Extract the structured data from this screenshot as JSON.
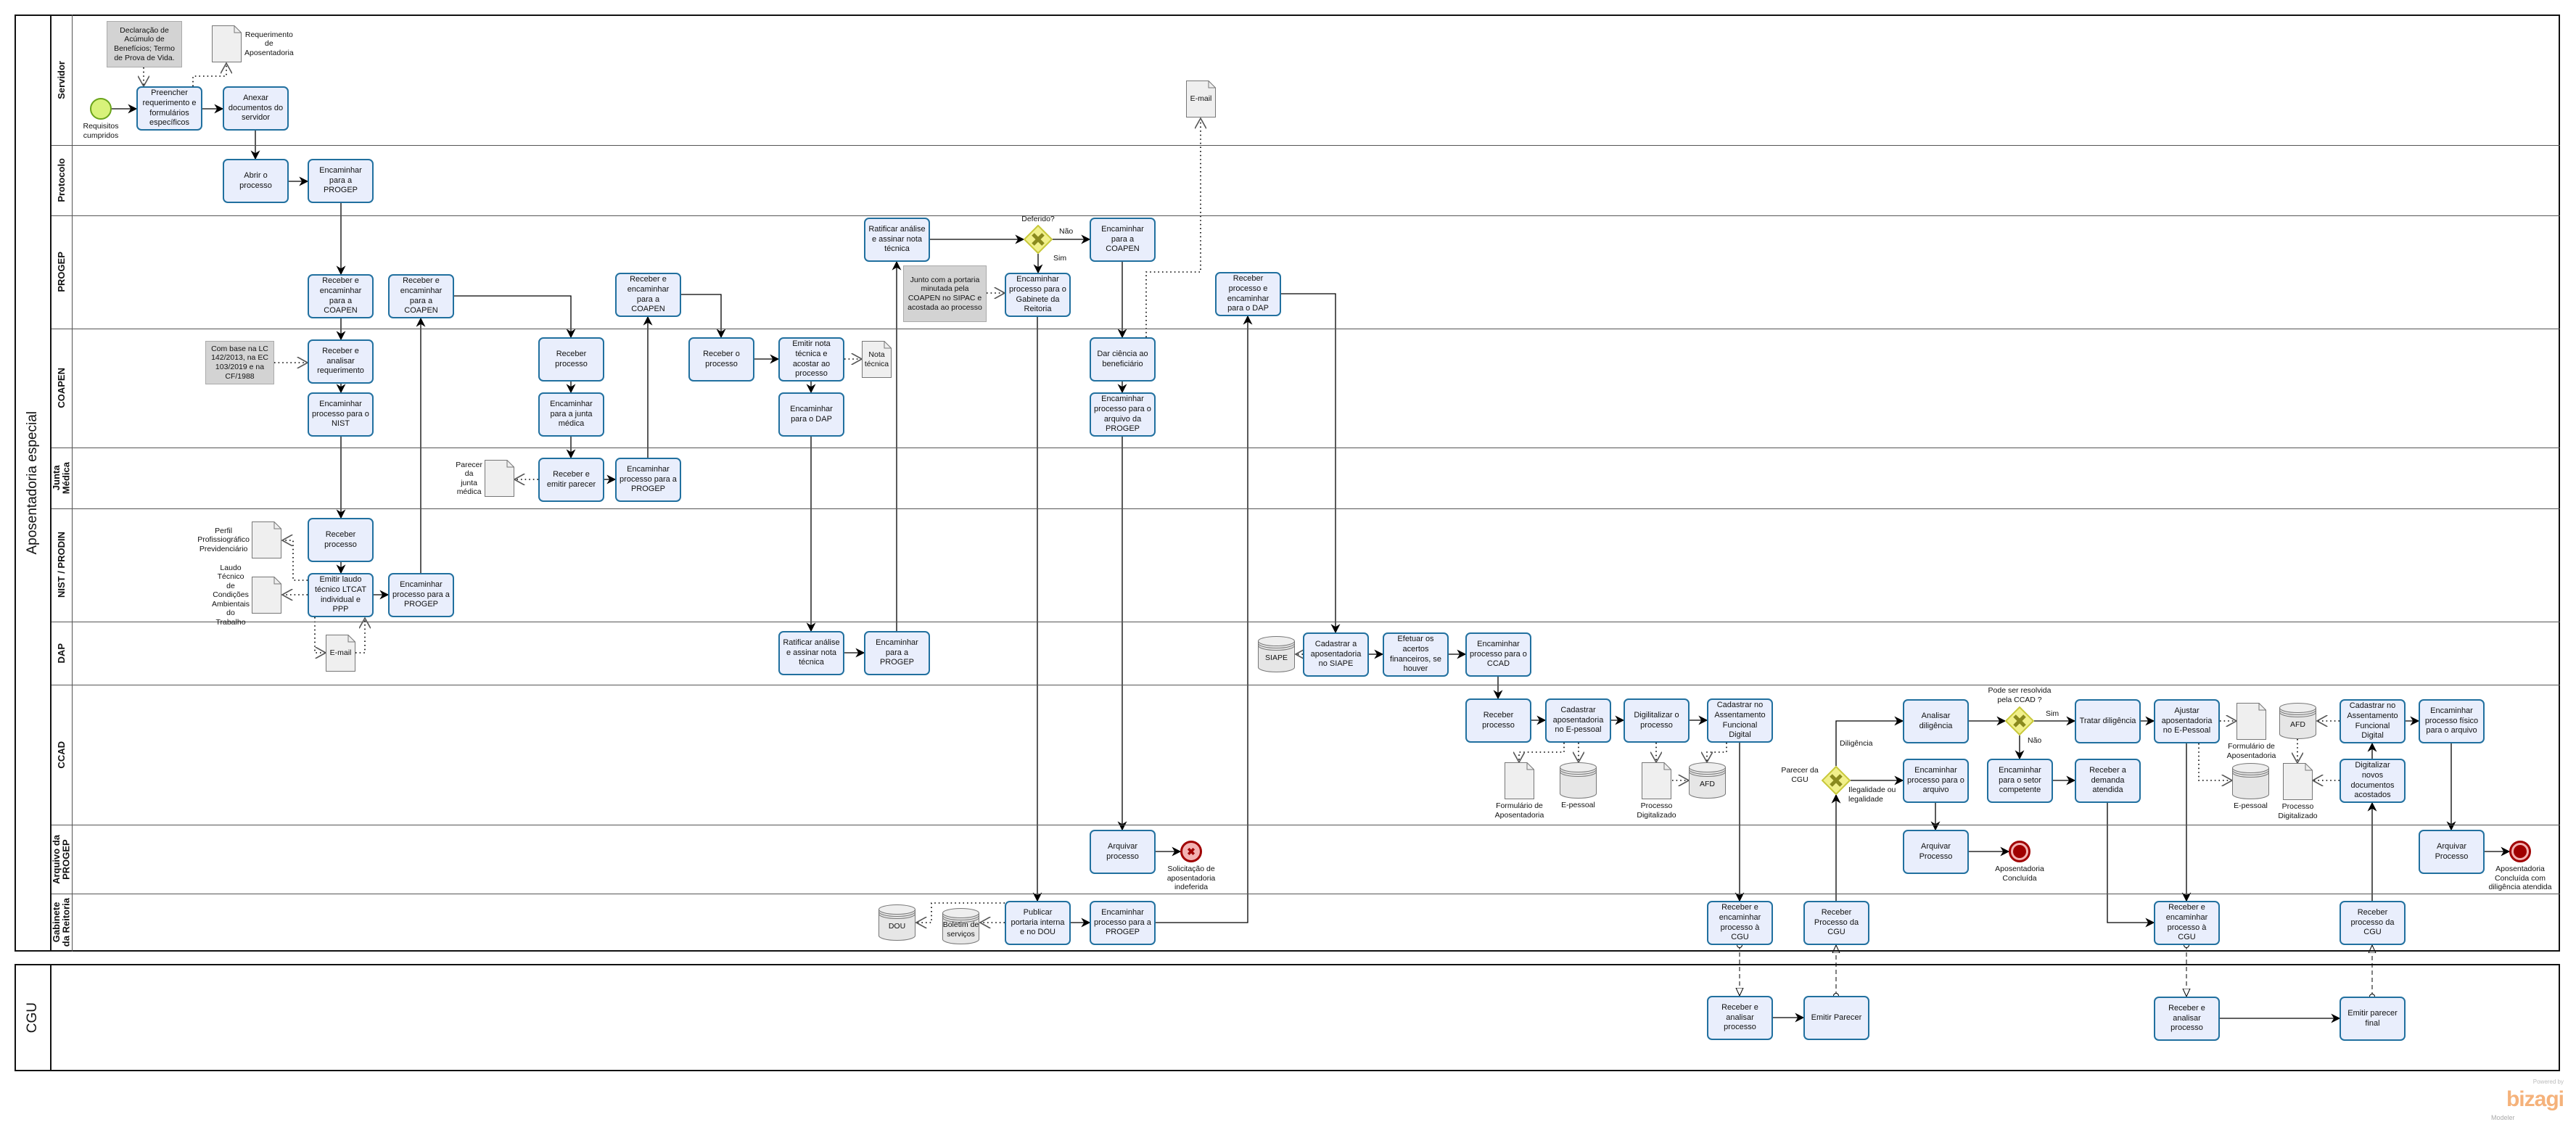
{
  "pools": [
    {
      "id": "main",
      "title": "Aposentadoria especial"
    },
    {
      "id": "cgu",
      "title": "CGU"
    }
  ],
  "lanes": [
    {
      "id": "servidor",
      "label": "Servidor"
    },
    {
      "id": "protocolo",
      "label": "Protocolo"
    },
    {
      "id": "progep",
      "label": "PROGEP"
    },
    {
      "id": "coapen",
      "label": "COAPEN"
    },
    {
      "id": "junta",
      "label": "Junta\nMédica"
    },
    {
      "id": "nist",
      "label": "NIST / PRODIN"
    },
    {
      "id": "dap",
      "label": "DAP"
    },
    {
      "id": "ccad",
      "label": "CCAD"
    },
    {
      "id": "arquivo",
      "label": "Arquivo da\nPROGEP"
    },
    {
      "id": "gabinete",
      "label": "Gabinete\nda Reitoria"
    }
  ],
  "tasks": [
    {
      "id": "t_preencher",
      "text": "Preencher requerimento e formulários específicos"
    },
    {
      "id": "t_anexar",
      "text": "Anexar documentos do servidor"
    },
    {
      "id": "t_abrir",
      "text": "Abrir o processo"
    },
    {
      "id": "t_enc_progep1",
      "text": "Encaminhar para a PROGEP"
    },
    {
      "id": "t_recenc1",
      "text": "Receber e encaminhar para a COAPEN"
    },
    {
      "id": "t_recenc2",
      "text": "Receber e encaminhar para a COAPEN"
    },
    {
      "id": "t_recenc3",
      "text": "Receber e encaminhar para a COAPEN"
    },
    {
      "id": "t_ratificar_progep",
      "text": "Ratificar análise e assinar nota técnica"
    },
    {
      "id": "t_enc_coapen",
      "text": "Encaminhar para a COAPEN"
    },
    {
      "id": "t_enc_gabinete",
      "text": "Encaminhar processo para o Gabinete da Reitoria"
    },
    {
      "id": "t_rec_dap",
      "text": "Receber processo e encaminhar para o DAP"
    },
    {
      "id": "t_rec_analisar",
      "text": "Receber e analisar requerimento"
    },
    {
      "id": "t_enc_nist",
      "text": "Encaminhar processo para o NIST"
    },
    {
      "id": "t_rec_proc_coapen",
      "text": "Receber processo"
    },
    {
      "id": "t_enc_junta",
      "text": "Encaminhar para a junta médica"
    },
    {
      "id": "t_receber_o",
      "text": "Receber o processo"
    },
    {
      "id": "t_emitir_nota",
      "text": "Emitir nota técnica e acostar ao processo"
    },
    {
      "id": "t_enc_dap",
      "text": "Encaminhar para o DAP"
    },
    {
      "id": "t_dar_ciencia",
      "text": "Dar ciência ao beneficiário"
    },
    {
      "id": "t_enc_arquivo",
      "text": "Encaminhar processo para o arquivo da PROGEP"
    },
    {
      "id": "t_rec_emitir_parecer",
      "text": "Receber e emitir parecer"
    },
    {
      "id": "t_enc_progep_junta",
      "text": "Encaminhar processo para a PROGEP"
    },
    {
      "id": "t_rec_proc_nist",
      "text": "Receber processo"
    },
    {
      "id": "t_emitir_laudo",
      "text": "Emitir laudo técnico LTCAT individual e PPP"
    },
    {
      "id": "t_enc_progep_nist",
      "text": "Encaminhar processo para a PROGEP"
    },
    {
      "id": "t_ratificar_dap",
      "text": "Ratificar análise e assinar nota técnica"
    },
    {
      "id": "t_enc_progep_dap",
      "text": "Encaminhar para a PROGEP"
    },
    {
      "id": "t_cad_siape",
      "text": "Cadastrar a aposentadoria no SIAPE"
    },
    {
      "id": "t_efetuar",
      "text": "Efetuar os acertos financeiros, se houver"
    },
    {
      "id": "t_enc_ccad",
      "text": "Encaminhar processo para o CCAD"
    },
    {
      "id": "t_rec_ccad",
      "text": "Receber processo"
    },
    {
      "id": "t_cad_epessoal",
      "text": "Cadastrar aposentadoria no E-pessoal"
    },
    {
      "id": "t_digitalizar",
      "text": "Digilitalizar o processo"
    },
    {
      "id": "t_cad_assent1",
      "text": "Cadastrar no Assentamento Funcional Digital"
    },
    {
      "id": "t_analisar_dilig",
      "text": "Analisar diligência"
    },
    {
      "id": "t_tratar",
      "text": "Tratar diligência"
    },
    {
      "id": "t_ajustar",
      "text": "Ajustar aposentadoria no E-Pessoal"
    },
    {
      "id": "t_cad_assent2",
      "text": "Cadastrar no Assentamento Funcional Digital"
    },
    {
      "id": "t_enc_fisico",
      "text": "Encaminhar processo físico para o arquivo"
    },
    {
      "id": "t_enc_proc_arquivo",
      "text": "Encaminhar processo para o arquivo"
    },
    {
      "id": "t_enc_setor",
      "text": "Encaminhar para o setor competente"
    },
    {
      "id": "t_rec_demanda",
      "text": "Receber a demanda atendida"
    },
    {
      "id": "t_digit_novos",
      "text": "Digitalizar novos documentos acostados"
    },
    {
      "id": "t_arquivar1",
      "text": "Arquivar processo"
    },
    {
      "id": "t_arquivar2",
      "text": "Arquivar Processo"
    },
    {
      "id": "t_arquivar3",
      "text": "Arquivar Processo"
    },
    {
      "id": "t_publicar",
      "text": "Publicar portaria interna e no DOU"
    },
    {
      "id": "t_enc_progep_gab",
      "text": "Encaminhar processo para a PROGEP"
    },
    {
      "id": "t_rec_enc_cgu1",
      "text": "Receber e encaminhar processo à CGU"
    },
    {
      "id": "t_rec_proc_cgu1",
      "text": "Receber Processo da CGU"
    },
    {
      "id": "t_rec_enc_cgu2",
      "text": "Receber e encaminhar processo à CGU"
    },
    {
      "id": "t_rec_proc_cgu2",
      "text": "Receber processo da CGU"
    },
    {
      "id": "t_cgu_rec_analisar1",
      "text": "Receber e analisar processo"
    },
    {
      "id": "t_cgu_emitir1",
      "text": "Emitir Parecer"
    },
    {
      "id": "t_cgu_rec_analisar2",
      "text": "Receber e analisar processo"
    },
    {
      "id": "t_cgu_emitir2",
      "text": "Emitir parecer final"
    }
  ],
  "notes": [
    {
      "id": "n_declaracao",
      "text": "Declaração de Acúmulo de Benefícios; Termo de Prova de Vida."
    },
    {
      "id": "n_com_base",
      "text": "Com base na LC 142/2013, na EC 103/2019 e na CF/1988"
    },
    {
      "id": "n_junto",
      "text": "Junto com a portaria minutada pela COAPEN no SIPAC e acostada ao processo"
    }
  ],
  "documents": [
    {
      "id": "d_requerimento",
      "label": "Requerimento\nde\nAposentadoria"
    },
    {
      "id": "d_perfil",
      "label": "Perfil\nProfissiográfico\nPrevidenciário"
    },
    {
      "id": "d_laudo",
      "label": "Laudo Técnico\nde Condições\nAmbientais do\nTrabalho"
    },
    {
      "id": "d_email1",
      "label": "E-mail"
    },
    {
      "id": "d_parecer",
      "label": "Parecer da\njunta médica"
    },
    {
      "id": "d_nota",
      "label": "Nota\ntécnica"
    },
    {
      "id": "d_email2",
      "label": "E-mail"
    },
    {
      "id": "d_formulario1",
      "label": "Formulário de\nAposentadoria"
    },
    {
      "id": "d_procdig1",
      "label": "Processo\nDigitalizado"
    },
    {
      "id": "d_formulario2",
      "label": "Formulário de\nAposentadoria"
    },
    {
      "id": "d_procdig2",
      "label": "Processo\nDigitalizado"
    }
  ],
  "datastores": [
    {
      "id": "s_siape",
      "label": "SIAPE"
    },
    {
      "id": "s_dou",
      "label": "DOU"
    },
    {
      "id": "s_boletim",
      "label": "Boletim de\nserviços"
    },
    {
      "id": "s_epessoal1",
      "label": "E-pessoal"
    },
    {
      "id": "s_afd1",
      "label": "AFD"
    },
    {
      "id": "s_afd2",
      "label": "AFD"
    },
    {
      "id": "s_epessoal2",
      "label": "E-pessoal"
    }
  ],
  "events": [
    {
      "id": "e_start",
      "type": "start",
      "label": "Requisitos\ncumpridos"
    },
    {
      "id": "e_indeferida",
      "type": "end-error",
      "label": "Solicitação de\naposentadoria\nindeferida"
    },
    {
      "id": "e_concluida",
      "type": "end",
      "label": "Aposentadoria\nConcluída"
    },
    {
      "id": "e_concluida_dilig",
      "type": "end",
      "label": "Aposentadoria\nConcluída com\ndiligência atendida"
    }
  ],
  "gateways": [
    {
      "id": "g_deferido",
      "label": "Deferido?"
    },
    {
      "id": "g_parecer",
      "label": "Parecer da\nCGU"
    },
    {
      "id": "g_pode",
      "label": "Pode ser resolvida\npela CCAD ?"
    }
  ],
  "flow_labels": [
    {
      "id": "fl_nao1",
      "text": "Não"
    },
    {
      "id": "fl_sim1",
      "text": "Sim"
    },
    {
      "id": "fl_dilig",
      "text": "Diligência"
    },
    {
      "id": "fl_ileg",
      "text": "Ilegalidade ou\nlegalidade"
    },
    {
      "id": "fl_sim2",
      "text": "Sim"
    },
    {
      "id": "fl_nao2",
      "text": "Não"
    }
  ],
  "colors": {
    "task_fill": "#e9eefc",
    "task_border": "#21709f",
    "start": "#d8f27a",
    "end": "#a00000",
    "gateway": "#f1f08a"
  },
  "branding": {
    "powered": "Powered by",
    "name": "bizagi",
    "product": "Modeler"
  }
}
